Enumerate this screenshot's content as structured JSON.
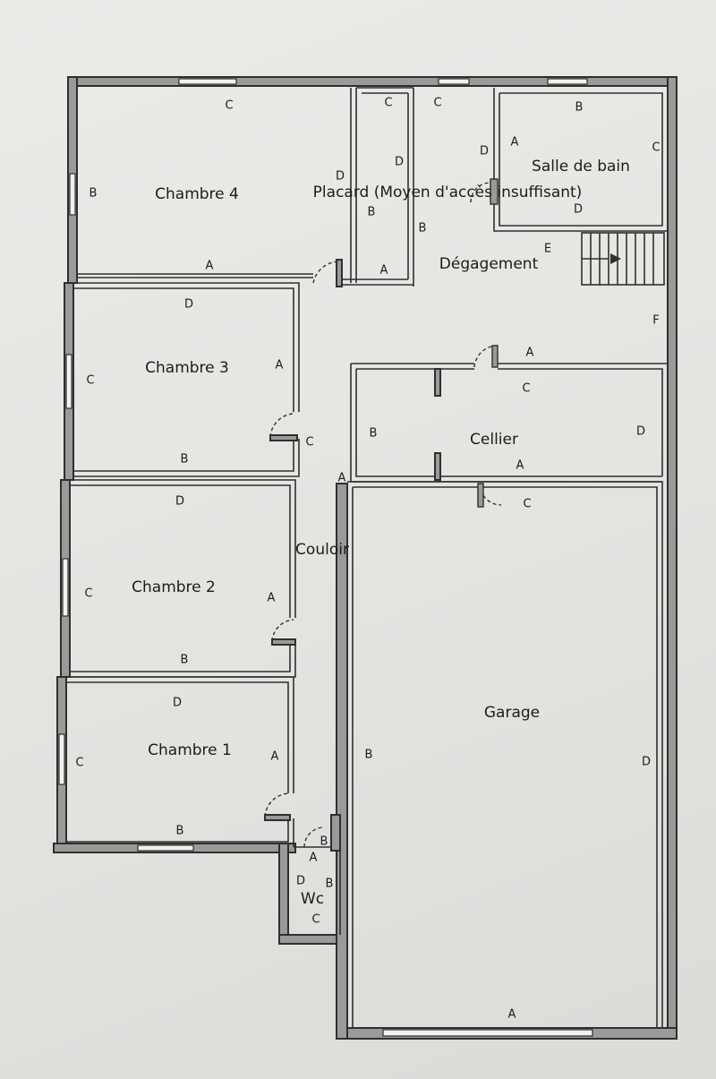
{
  "rooms": {
    "chambre4": "Chambre 4",
    "placard": "Placard (Moyen d'accès insuffisant)",
    "salle_de_bain": "Salle de bain",
    "degagement": "Dégagement",
    "chambre3": "Chambre 3",
    "cellier": "Cellier",
    "couloir": "Couloir",
    "chambre2": "Chambre 2",
    "garage": "Garage",
    "chambre1": "Chambre 1",
    "wc": "Wc"
  },
  "wall_letters": {
    "a": "A",
    "b": "B",
    "c": "C",
    "d": "D",
    "e": "E",
    "f": "F"
  }
}
